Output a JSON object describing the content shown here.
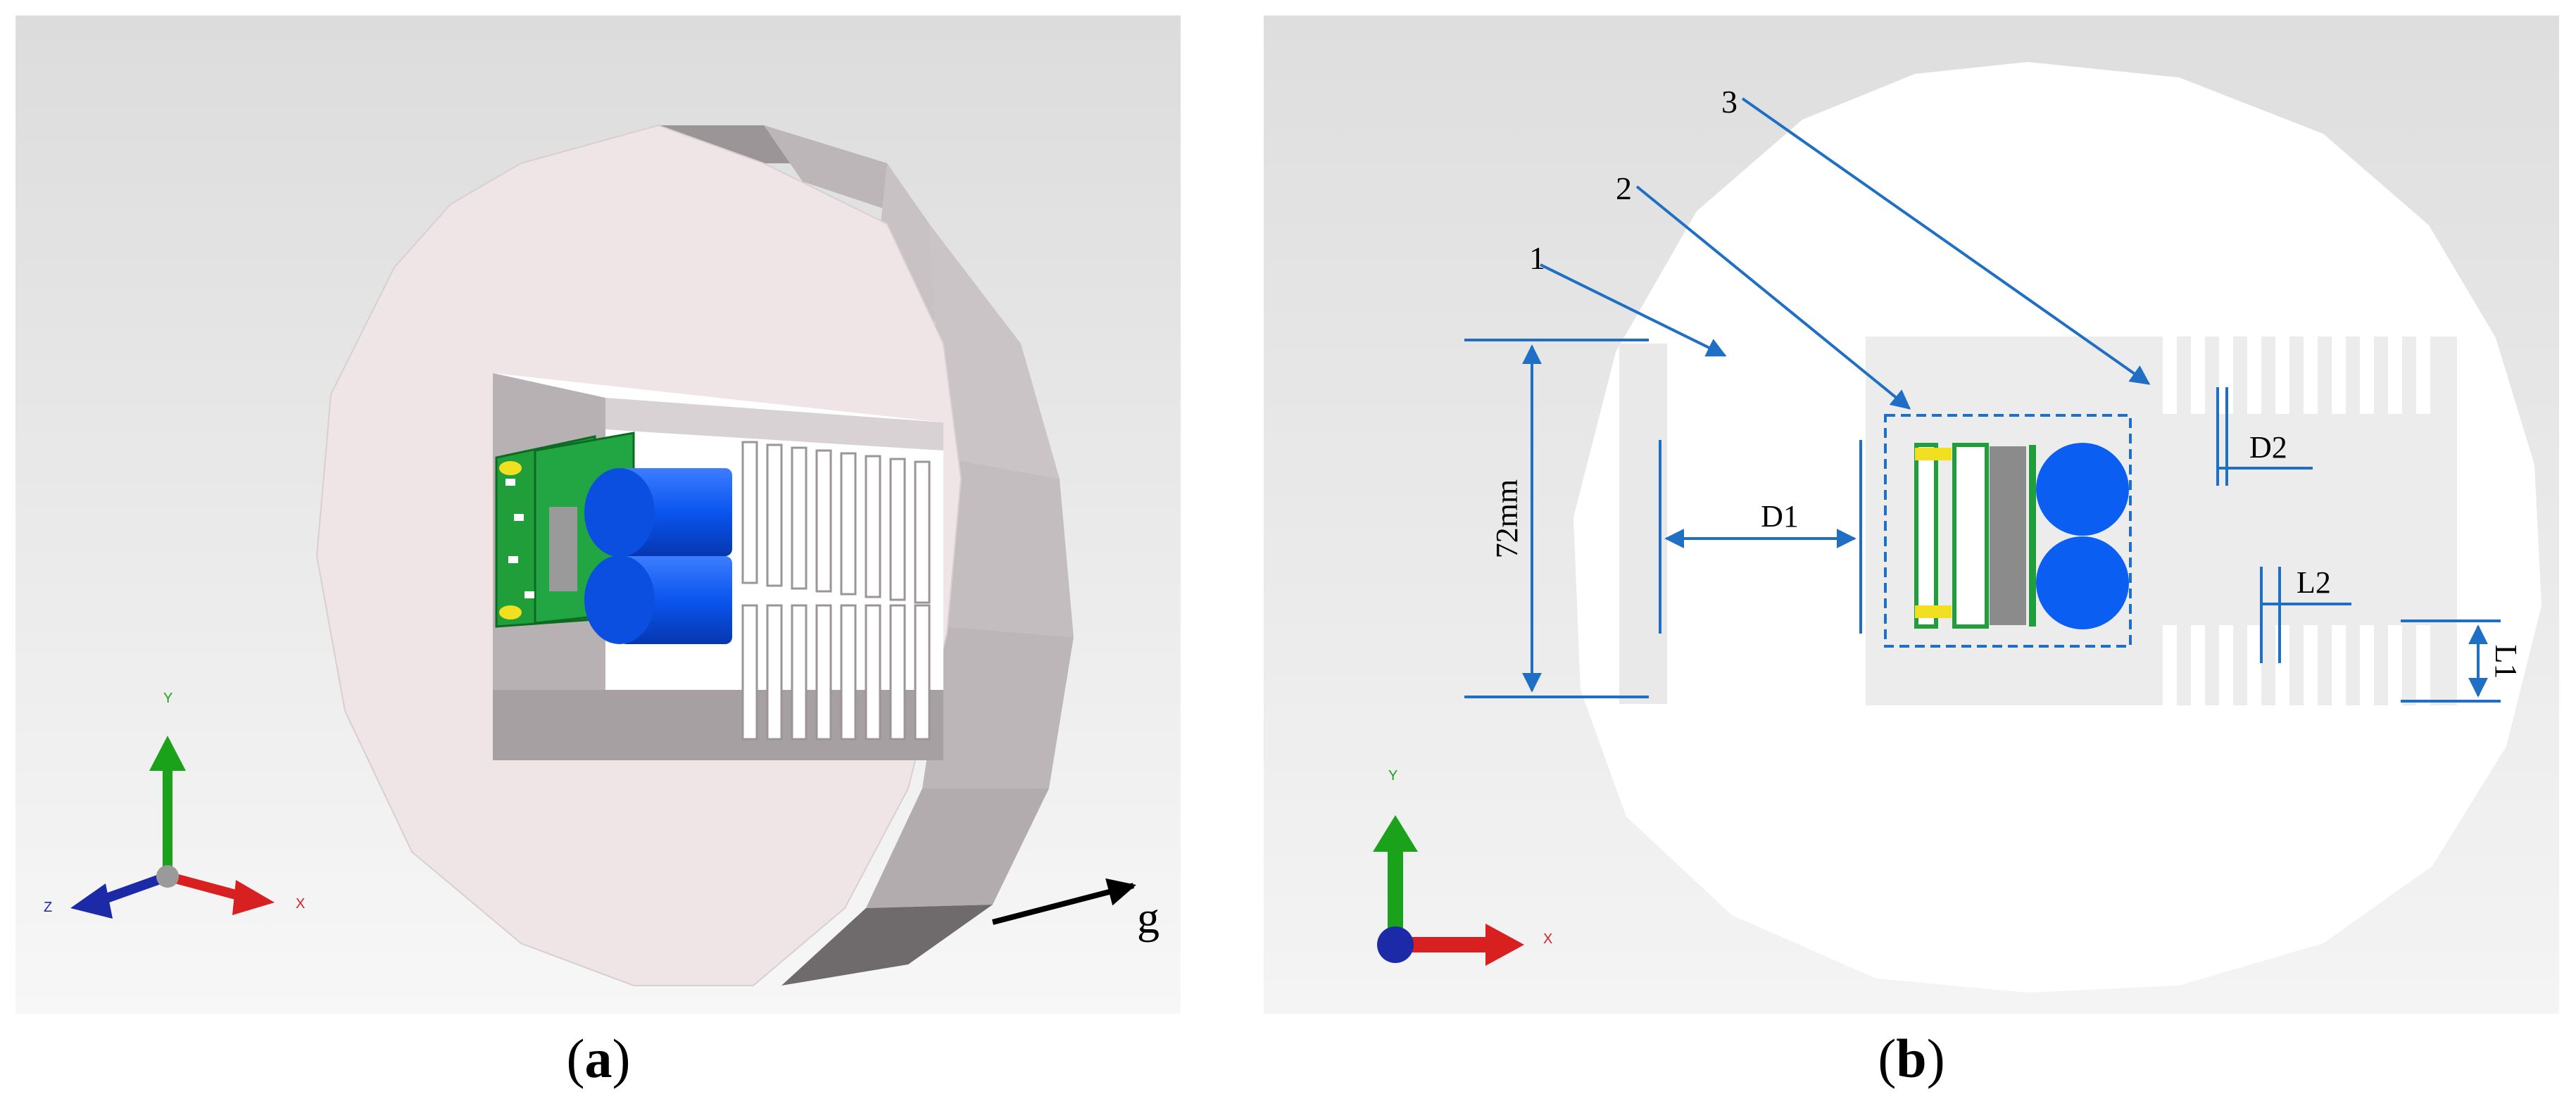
{
  "panel_a": {
    "caption_open": "(",
    "caption_letter": "a",
    "caption_close": ")",
    "axes": {
      "x": "X",
      "y": "Y",
      "z": "Z"
    },
    "gravity_label": "g"
  },
  "panel_b": {
    "caption_open": "(",
    "caption_letter": "b",
    "caption_close": ")",
    "callouts": [
      "1",
      "2",
      "3"
    ],
    "dimensions": {
      "height": "72mm",
      "d1": "D1",
      "d2": "D2",
      "l1": "L1",
      "l2": "L2"
    },
    "axes": {
      "x": "X",
      "y": "Y"
    }
  },
  "colors": {
    "dimension_blue": "#1f6fc4",
    "battery_blue": "#0a5ef2",
    "pcb_green": "#1f9e3a",
    "housing_pink": "#efe5e7",
    "axis_green": "#1aa21a",
    "axis_red": "#d82020",
    "axis_blue": "#1c2aa8"
  }
}
